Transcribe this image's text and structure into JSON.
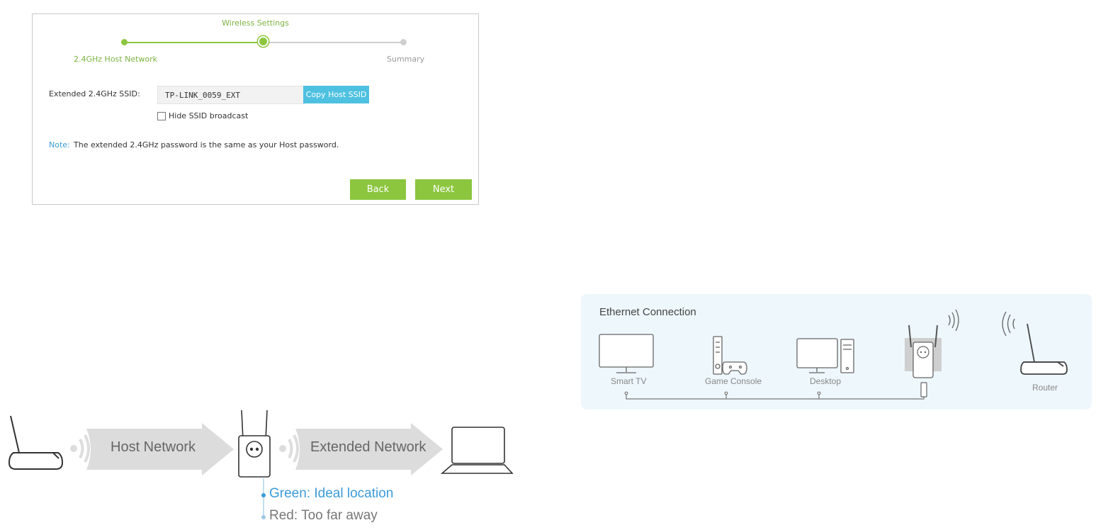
{
  "wizard": {
    "step_title": "Wireless Settings",
    "steps": [
      {
        "label": "2.4GHz Host Network",
        "state": "done"
      },
      {
        "label": "Wireless Settings",
        "state": "current"
      },
      {
        "label": "Summary",
        "state": "pending"
      }
    ],
    "ssid_label": "Extended 2.4GHz SSID:",
    "ssid_value": "TP-LINK_0059_EXT",
    "copy_button": "Copy Host SSID",
    "hide_ssid_label": "Hide SSID broadcast",
    "hide_ssid_checked": false,
    "note_label": "Note:",
    "note_text": "The extended 2.4GHz password is the same as your Host password.",
    "back_button": "Back",
    "next_button": "Next"
  },
  "ethernet": {
    "title": "Ethernet Connection",
    "devices": [
      "Smart TV",
      "Game Console",
      "Desktop",
      "Router"
    ]
  },
  "placement": {
    "host_network": "Host Network",
    "extended_network": "Extended Network",
    "green_text": "Green: Ideal location",
    "red_text": "Red: Too far away"
  },
  "colors": {
    "accent_green": "#8cc63f",
    "accent_blue": "#4ec1e0",
    "note_blue": "#3a9bd8",
    "panel_bg": "#eef7fc"
  }
}
